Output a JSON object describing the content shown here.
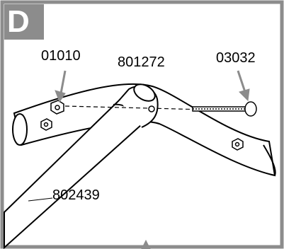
{
  "step_letter": "D",
  "part_labels": {
    "nut": "01010",
    "bent_tube": "801272",
    "bolt": "03032",
    "straight_tube": "802439"
  },
  "colors": {
    "frame": "#8c8c8c",
    "line": "#000000",
    "fill": "#ffffff"
  }
}
